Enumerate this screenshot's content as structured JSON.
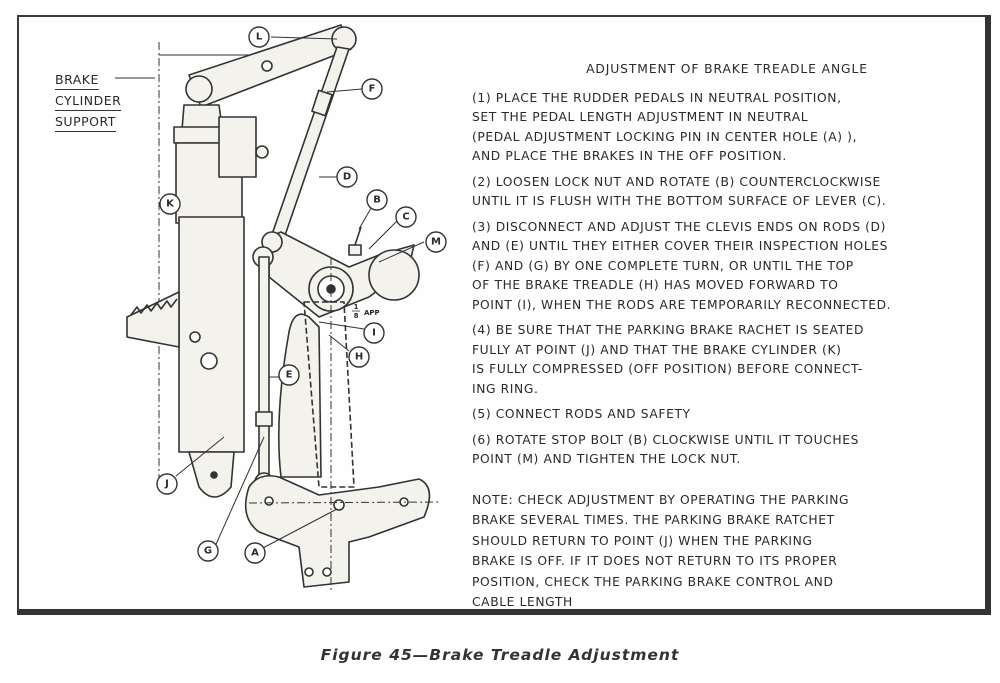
{
  "figure": {
    "caption": "Figure 45—Brake Treadle Adjustment"
  },
  "diagram": {
    "support_label_lines": [
      "BRAKE",
      "CYLINDER",
      "SUPPORT"
    ],
    "callouts": {
      "A": "A",
      "B": "B",
      "C": "C",
      "D": "D",
      "E": "E",
      "F": "F",
      "G": "G",
      "H": "H",
      "I": "I",
      "J": "J",
      "K": "K",
      "L": "L",
      "M": "M"
    },
    "clearance_note": "APP"
  },
  "instructions": {
    "title": "ADJUSTMENT OF BRAKE TREADLE ANGLE",
    "steps": [
      {
        "lines": [
          "(1) PLACE THE RUDDER PEDALS IN NEUTRAL  POSITION,",
          "SET THE PEDAL LENGTH ADJUSTMENT IN NEUTRAL",
          "(PEDAL ADJUSTMENT LOCKING PIN IN CENTER HOLE (A) ),",
          "AND PLACE THE BRAKES IN THE OFF POSITION."
        ]
      },
      {
        "lines": [
          "(2) LOOSEN LOCK NUT AND ROTATE (B) COUNTERCLOCKWISE",
          "UNTIL IT IS FLUSH WITH THE BOTTOM SURFACE OF LEVER (C)."
        ]
      },
      {
        "lines": [
          "(3) DISCONNECT AND ADJUST THE CLEVIS ENDS ON RODS (D)",
          "AND (E) UNTIL THEY EITHER COVER THEIR INSPECTION HOLES",
          "(F) AND (G) BY ONE COMPLETE TURN, OR UNTIL THE TOP",
          "OF THE BRAKE TREADLE (H) HAS MOVED FORWARD TO",
          "POINT (I), WHEN THE RODS ARE TEMPORARILY RECONNECTED."
        ]
      },
      {
        "lines": [
          "(4) BE SURE THAT THE PARKING BRAKE RACHET IS SEATED",
          "FULLY AT POINT (J) AND THAT THE BRAKE CYLINDER (K)",
          "IS FULLY COMPRESSED (OFF POSITION) BEFORE CONNECT-",
          "ING RING."
        ]
      },
      {
        "lines": [
          "(5) CONNECT RODS AND SAFETY"
        ]
      },
      {
        "lines": [
          "(6) ROTATE STOP BOLT (B) CLOCKWISE UNTIL IT TOUCHES",
          "POINT (M) AND TIGHTEN THE LOCK NUT."
        ]
      }
    ],
    "note_lines": [
      "NOTE: CHECK ADJUSTMENT BY OPERATING THE PARKING",
      "BRAKE SEVERAL TIMES.  THE PARKING BRAKE RATCHET",
      "SHOULD RETURN TO POINT (J) WHEN THE PARKING",
      "BRAKE IS OFF.  IF IT DOES NOT RETURN TO ITS PROPER",
      "POSITION, CHECK THE PARKING BRAKE CONTROL AND",
      "CABLE LENGTH"
    ]
  }
}
